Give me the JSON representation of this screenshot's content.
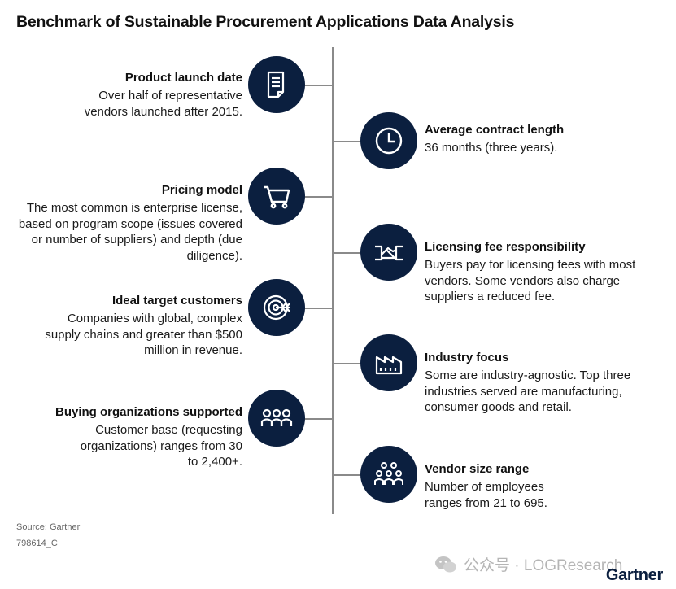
{
  "title": "Benchmark of Sustainable Procurement Applications Data Analysis",
  "items": [
    {
      "side": "left",
      "icon": "document-icon",
      "heading": "Product launch date",
      "text": "Over half of representative vendors launched after 2015."
    },
    {
      "side": "right",
      "icon": "clock-icon",
      "heading": "Average contract length",
      "text": "36 months (three years)."
    },
    {
      "side": "left",
      "icon": "shopping-cart-icon",
      "heading": "Pricing model",
      "text": "The most common is enterprise license, based on program scope (issues covered or number of suppliers) and depth (due diligence)."
    },
    {
      "side": "right",
      "icon": "handshake-icon",
      "heading": "Licensing fee responsibility",
      "text": "Buyers pay for licensing fees with most vendors. Some vendors also charge suppliers a reduced fee."
    },
    {
      "side": "left",
      "icon": "target-icon",
      "heading": "Ideal target customers",
      "text": "Companies with global, complex supply chains and greater than $500 million in revenue."
    },
    {
      "side": "right",
      "icon": "factory-icon",
      "heading": "Industry focus",
      "text": "Some are industry-agnostic. Top three industries served are manufacturing, consumer goods and retail."
    },
    {
      "side": "left",
      "icon": "group-icon",
      "heading": "Buying organizations supported",
      "text": "Customer base (requesting organizations) ranges from 30 to 2,400+."
    },
    {
      "side": "right",
      "icon": "team-icon",
      "heading": "Vendor size range",
      "text": "Number of employees ranges from 21 to 695."
    }
  ],
  "footer": {
    "source": "Source: Gartner",
    "code": "798614_C"
  },
  "watermark": "公众号 · LOGResearch",
  "brand": "Gartner",
  "colors": {
    "circle": "#0b1f3f",
    "line": "#8a8a8a",
    "brand": "#0b1f3f"
  }
}
